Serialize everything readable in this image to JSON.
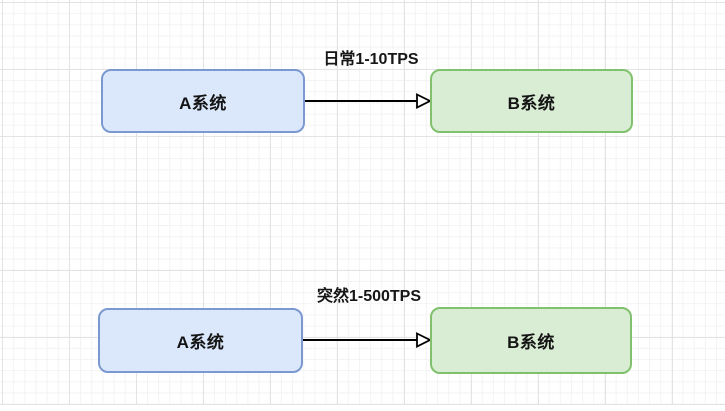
{
  "colors": {
    "node_a_fill": "#dbe8fc",
    "node_a_border": "#7b99d0",
    "node_b_fill": "#d9ecd4",
    "node_b_border": "#80c16d",
    "edge_color": "#000000",
    "grid_minor": "#f3f3f3",
    "grid_major": "#e3e3e3"
  },
  "flows": [
    {
      "source_label": "A系统",
      "target_label": "B系统",
      "edge_label": "日常1-10TPS"
    },
    {
      "source_label": "A系统",
      "target_label": "B系统",
      "edge_label": "突然1-500TPS"
    }
  ]
}
